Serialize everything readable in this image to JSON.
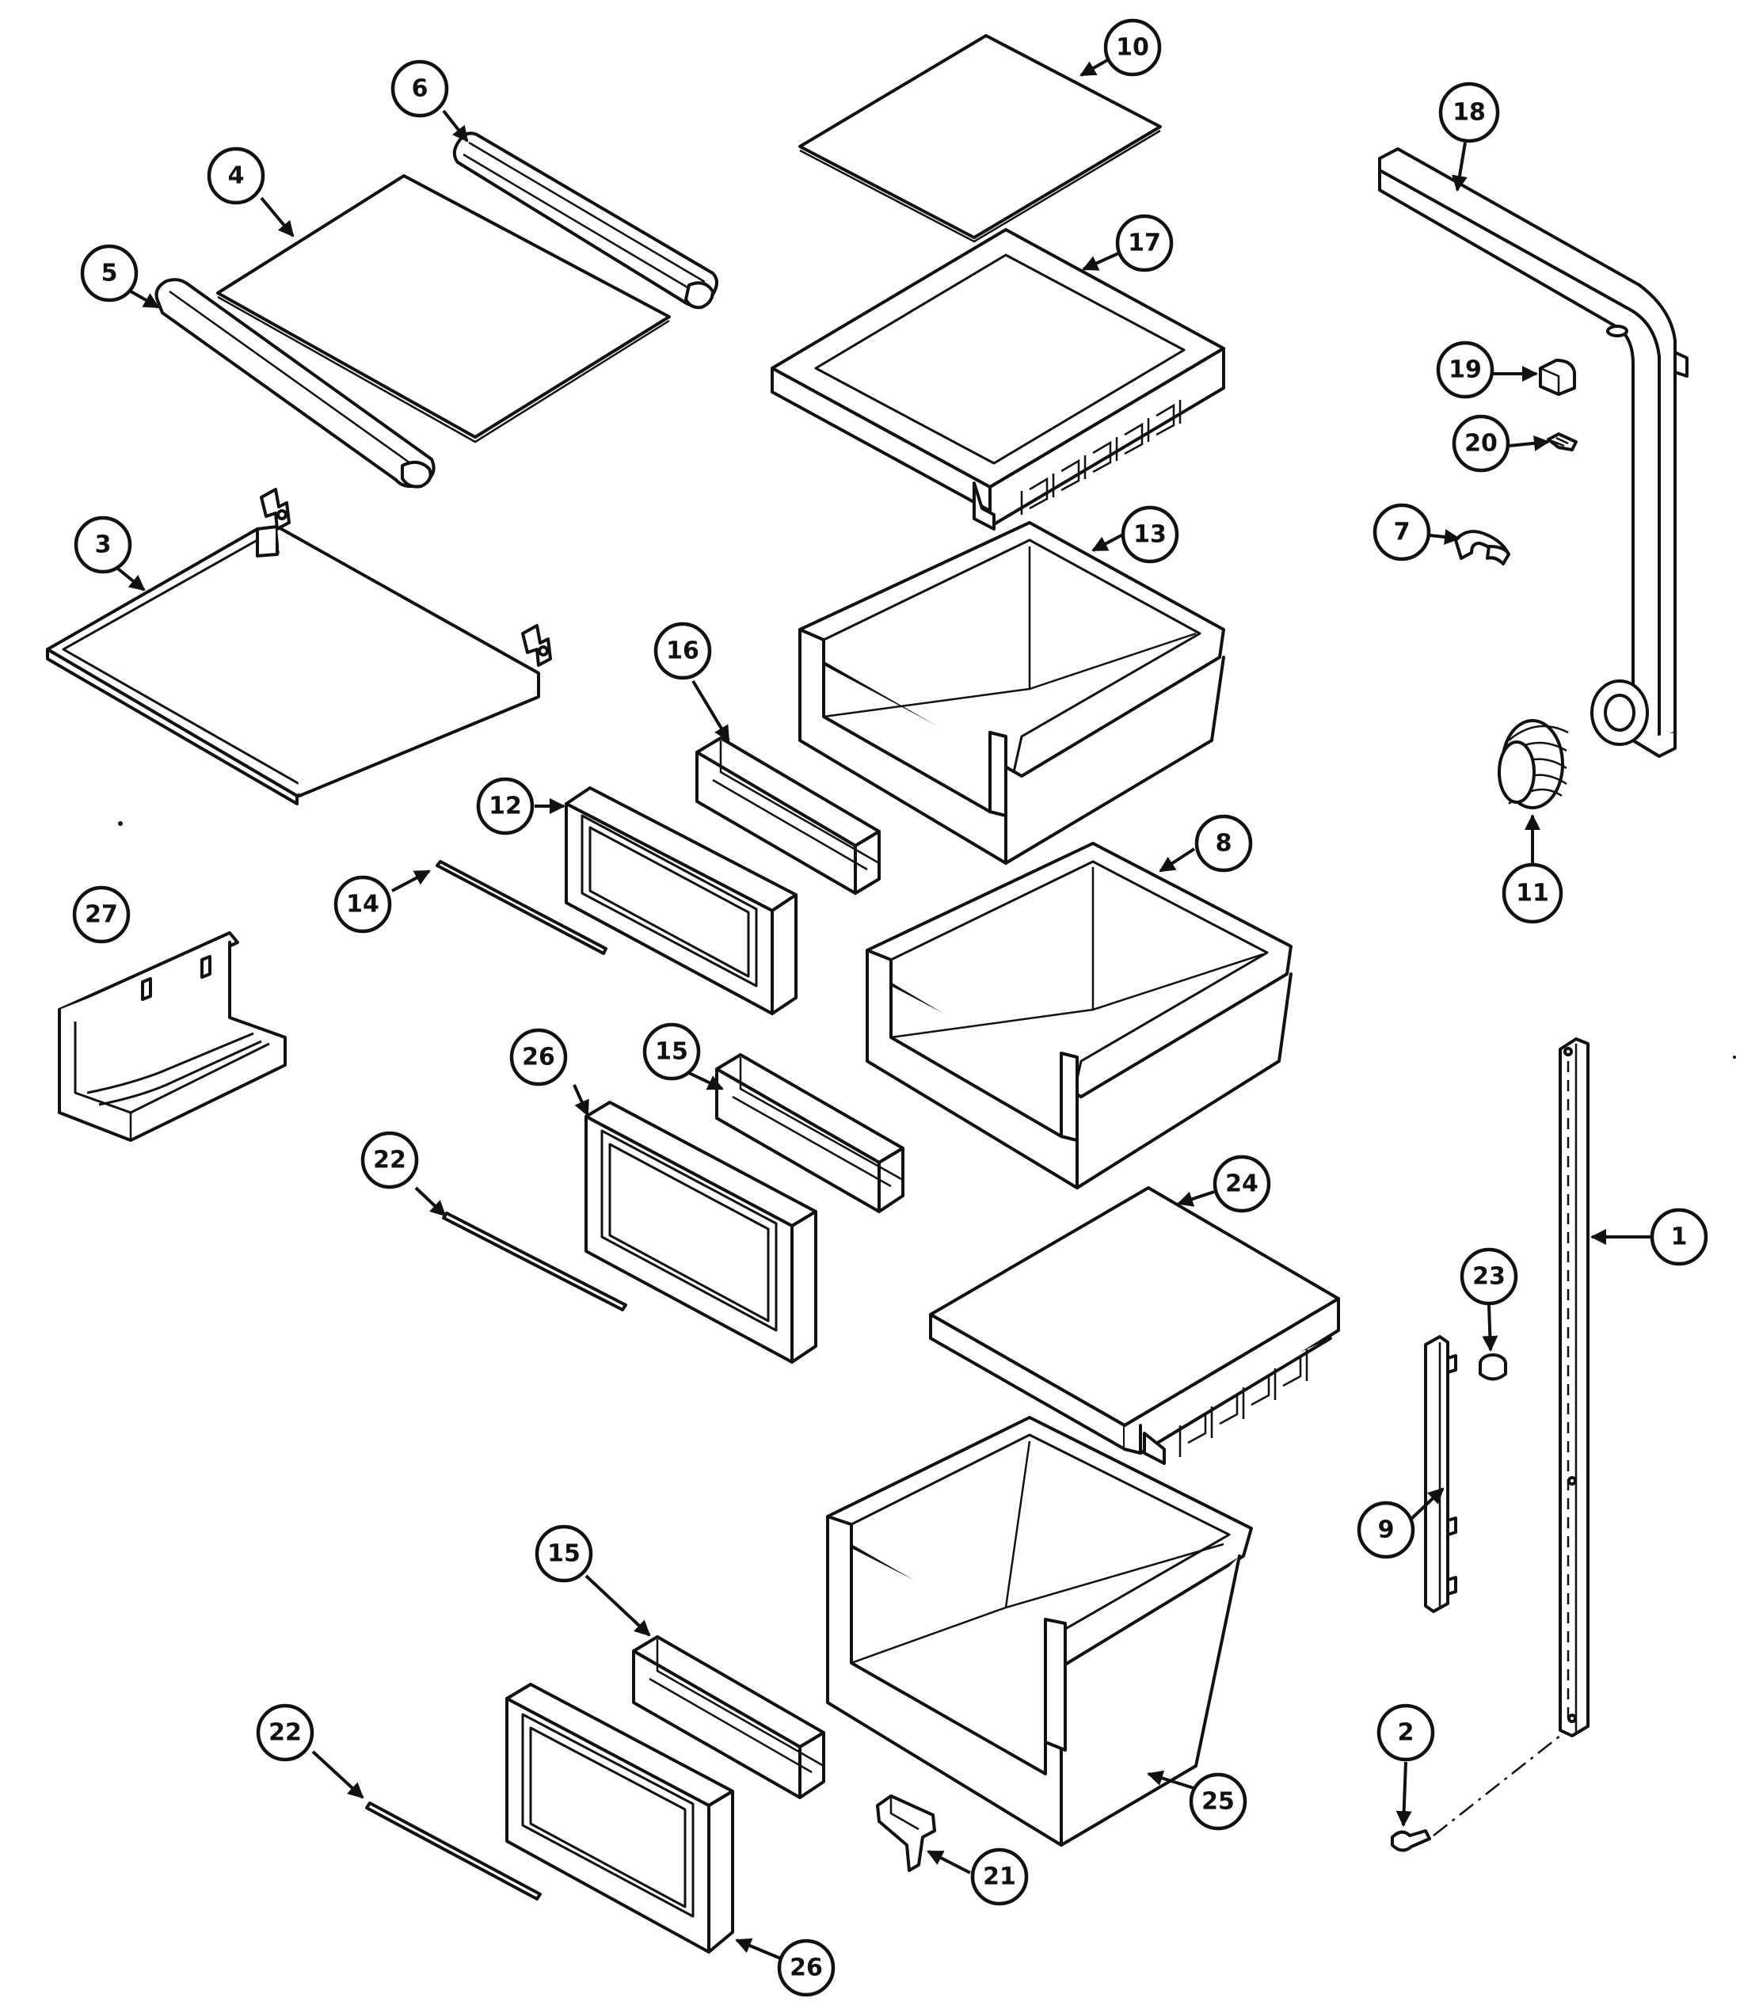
{
  "callouts": {
    "c1": "1",
    "c2": "2",
    "c3": "3",
    "c4": "4",
    "c5": "5",
    "c6": "6",
    "c7": "7",
    "c8": "8",
    "c9": "9",
    "c10": "10",
    "c11": "11",
    "c12": "12",
    "c13": "13",
    "c14": "14",
    "c15a": "15",
    "c15b": "15",
    "c16": "16",
    "c17": "17",
    "c18": "18",
    "c19": "19",
    "c20": "20",
    "c21": "21",
    "c22a": "22",
    "c22b": "22",
    "c23": "23",
    "c24": "24",
    "c25": "25",
    "c26a": "26",
    "c26b": "26",
    "c27": "27"
  }
}
